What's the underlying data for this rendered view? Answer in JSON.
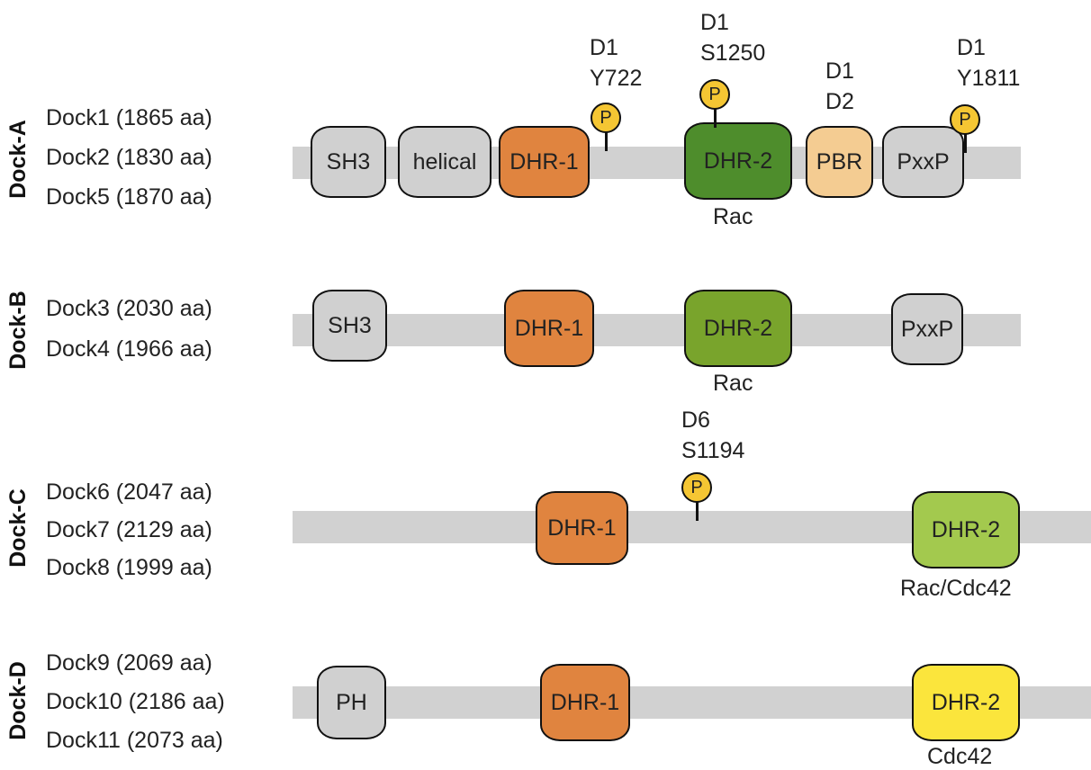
{
  "colors": {
    "backbone": "#d1d1d1",
    "sh3": "#d0d0d0",
    "helical": "#d0d0d0",
    "pxxp": "#d0d0d0",
    "ph": "#d0d0d0",
    "dhr1": "#e0843f",
    "dhr2_a": "#4e8d2c",
    "dhr2_b": "#79a42c",
    "dhr2_c": "#a3c94e",
    "dhr2_d": "#fbe53c",
    "pbr": "#f4cc92",
    "phospho": "#f5c633"
  },
  "icons": {
    "phospho": "phosphorylation-circle-icon"
  },
  "families": [
    {
      "label": "Dock-A",
      "members": [
        "Dock1 (1865 aa)",
        "Dock2 (1830 aa)",
        "Dock5 (1870 aa)"
      ],
      "domains": {
        "sh3": "SH3",
        "helical": "helical",
        "dhr1": "DHR-1",
        "dhr2": "DHR-2",
        "pbr": "PBR",
        "pxxp": "PxxP"
      },
      "dhr2_target": "Rac",
      "annotations": [
        {
          "lines": [
            "D1",
            "Y722"
          ]
        },
        {
          "lines": [
            "D1",
            "S1250"
          ]
        },
        {
          "lines": [
            "D1",
            "D2"
          ]
        },
        {
          "lines": [
            "D1",
            "Y1811"
          ]
        }
      ],
      "phospho_label": "P"
    },
    {
      "label": "Dock-B",
      "members": [
        "Dock3 (2030 aa)",
        "Dock4 (1966 aa)"
      ],
      "domains": {
        "sh3": "SH3",
        "dhr1": "DHR-1",
        "dhr2": "DHR-2",
        "pxxp": "PxxP"
      },
      "dhr2_target": "Rac"
    },
    {
      "label": "Dock-C",
      "members": [
        "Dock6 (2047 aa)",
        "Dock7 (2129 aa)",
        "Dock8 (1999 aa)"
      ],
      "domains": {
        "dhr1": "DHR-1",
        "dhr2": "DHR-2"
      },
      "dhr2_target": "Rac/Cdc42",
      "annotations": [
        {
          "lines": [
            "D6",
            "S1194"
          ]
        }
      ],
      "phospho_label": "P"
    },
    {
      "label": "Dock-D",
      "members": [
        "Dock9 (2069 aa)",
        "Dock10 (2186 aa)",
        "Dock11 (2073 aa)"
      ],
      "domains": {
        "ph": "PH",
        "dhr1": "DHR-1",
        "dhr2": "DHR-2"
      },
      "dhr2_target": "Cdc42"
    }
  ]
}
